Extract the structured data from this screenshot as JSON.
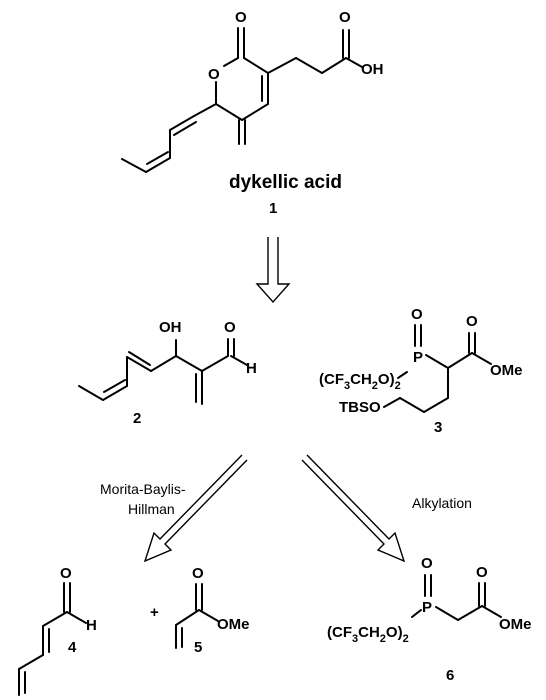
{
  "title": "dykellic acid",
  "compounds": {
    "c1": {
      "number": "1"
    },
    "c2": {
      "number": "2"
    },
    "c3": {
      "number": "3"
    },
    "c4": {
      "number": "4"
    },
    "c5": {
      "number": "5"
    },
    "c6": {
      "number": "6"
    }
  },
  "atoms": {
    "o": "O",
    "oh": "OH",
    "h": "H",
    "p": "P",
    "ome": "OMe",
    "tbso": "TBSO",
    "plus": "+"
  },
  "groups": {
    "cf3_a": "(CF",
    "cf3_b": "3",
    "cf3_c": "CH",
    "cf3_d": "2",
    "cf3_e": "O)",
    "cf3_f": "2"
  },
  "reactions": {
    "left_line1": "Morita-Baylis-",
    "left_line2": "Hillman",
    "right": "Alkylation"
  }
}
